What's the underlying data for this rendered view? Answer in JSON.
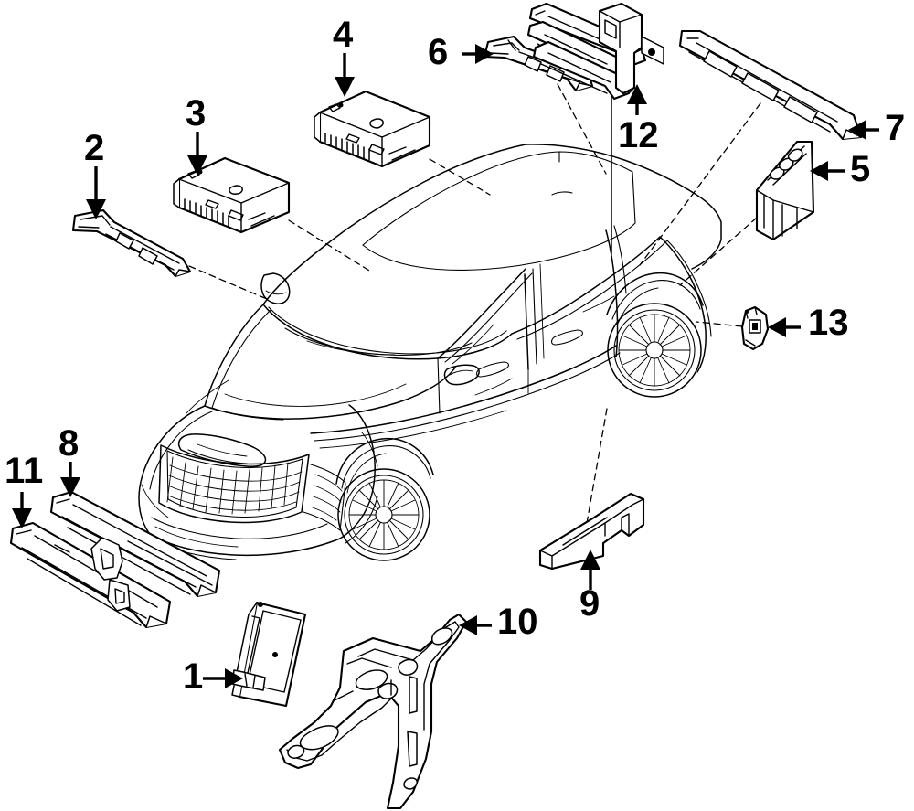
{
  "diagram": {
    "title": "Vehicle antenna and bracket exploded parts diagram",
    "background_color": "#ffffff",
    "line_color": "#000000",
    "vehicle": {
      "name": "suv-outline",
      "description": "Three-quarter front view line drawing of a sport utility vehicle"
    },
    "callouts": [
      {
        "id": "1",
        "label": "1",
        "arrow": "right",
        "part": "antenna-module-1"
      },
      {
        "id": "2",
        "label": "2",
        "arrow": "down",
        "part": "antenna-strip-2"
      },
      {
        "id": "3",
        "label": "3",
        "arrow": "down",
        "part": "control-module-3"
      },
      {
        "id": "4",
        "label": "4",
        "arrow": "down",
        "part": "control-module-4"
      },
      {
        "id": "5",
        "label": "5",
        "arrow": "left",
        "part": "receiver-module-5"
      },
      {
        "id": "6",
        "label": "6",
        "arrow": "right",
        "part": "antenna-strip-6"
      },
      {
        "id": "7",
        "label": "7",
        "arrow": "left",
        "part": "antenna-rail-7"
      },
      {
        "id": "8",
        "label": "8",
        "arrow": "down",
        "part": "rail-8"
      },
      {
        "id": "9",
        "label": "9",
        "arrow": "up",
        "part": "bracket-block-9"
      },
      {
        "id": "10",
        "label": "10",
        "arrow": "left",
        "part": "mounting-bracket-10"
      },
      {
        "id": "11",
        "label": "11",
        "arrow": "down",
        "part": "rail-11"
      },
      {
        "id": "12",
        "label": "12",
        "arrow": "up",
        "part": "bracket-assembly-12"
      },
      {
        "id": "13",
        "label": "13",
        "arrow": "left",
        "part": "clip-13"
      }
    ]
  }
}
